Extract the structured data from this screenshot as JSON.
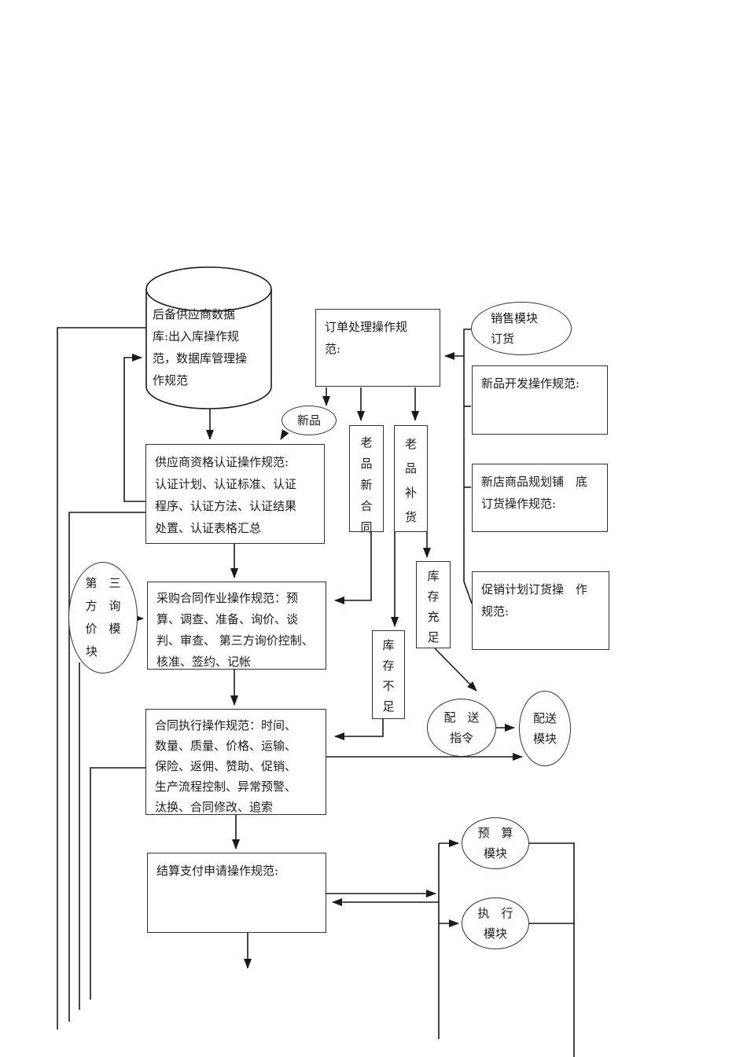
{
  "colors": {
    "line": "#1a1a1a",
    "border": "#333333",
    "background": "#ffffff",
    "text": "#1c1c1c"
  },
  "nodes": {
    "database": {
      "lines": [
        "后备供应商数据",
        "库:出入库操作规",
        "范，数据库管理操",
        "作规范"
      ]
    },
    "order_processing": {
      "lines": [
        "订单处理操作规",
        "范:"
      ]
    },
    "sales_module": {
      "lines": [
        "销售模块",
        "订货"
      ]
    },
    "new_product_dev": {
      "text": "新品开发操作规范:"
    },
    "new_store": {
      "lines": [
        "新店商品规划铺　底",
        "订货操作规范:"
      ]
    },
    "promotion_plan": {
      "lines": [
        "促销计划订货操　作",
        "规范:"
      ]
    },
    "supplier_cert": {
      "lines": [
        "供应商资格认证操作规范:",
        "认证计划、认证标准、认证",
        "程序、认证方法、认证结果",
        "处置、认证表格汇总"
      ]
    },
    "procurement_contract": {
      "lines": [
        "采购合同作业操作规范：预",
        "算、调查、准备、询价、谈",
        "判、审查、 第三方询价控制、",
        "核准、签约、记帐"
      ]
    },
    "contract_execution": {
      "lines": [
        "合同执行操作规范：时间、",
        "数量、质量、价格、运输、",
        "保险、返佣、赞助、促销、",
        "生产流程控制、异常预警、",
        "汰换、合同修改、追索"
      ]
    },
    "settlement": {
      "text": "结算支付申请操作规范:"
    },
    "new_item": {
      "text": "新品"
    },
    "old_item_new_contract": {
      "text": "老品新合同"
    },
    "old_item_replenish": {
      "text": "老品补货"
    },
    "stock_sufficient": {
      "text": "库存充足"
    },
    "stock_insufficient": {
      "text": "库存不足"
    },
    "third_party_inquiry": {
      "lines": [
        "第　三",
        "方　询",
        "价　模",
        "块"
      ]
    },
    "dispatch_order": {
      "lines": [
        "配　送",
        "指令"
      ]
    },
    "dispatch_module": {
      "lines": [
        "配送",
        "模块"
      ]
    },
    "budget_module": {
      "lines": [
        "预　算",
        "模块"
      ]
    },
    "execution_module": {
      "lines": [
        "执　行",
        "模块"
      ]
    }
  }
}
